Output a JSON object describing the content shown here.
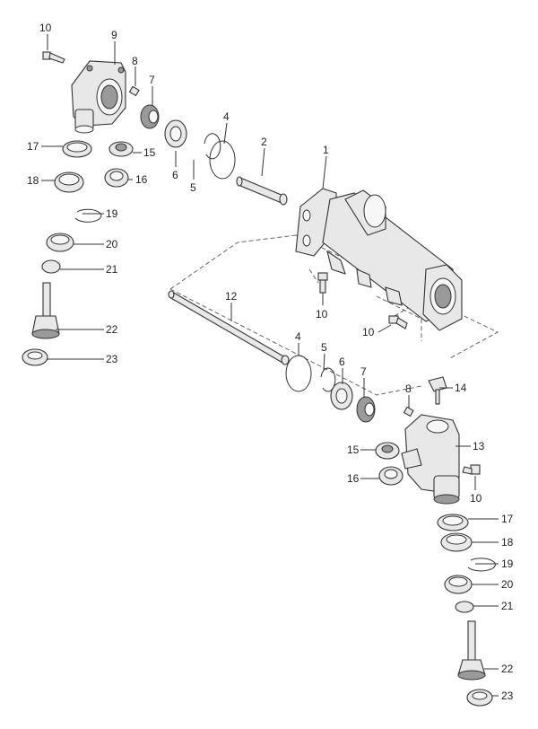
{
  "callouts": [
    {
      "id": "c10a",
      "text": "10"
    },
    {
      "id": "c9",
      "text": "9"
    },
    {
      "id": "c8a",
      "text": "8"
    },
    {
      "id": "c7a",
      "text": "7"
    },
    {
      "id": "c4a",
      "text": "4"
    },
    {
      "id": "c2",
      "text": "2"
    },
    {
      "id": "c1",
      "text": "1"
    },
    {
      "id": "c17a",
      "text": "17"
    },
    {
      "id": "c15a",
      "text": "15"
    },
    {
      "id": "c6a",
      "text": "6"
    },
    {
      "id": "c5a",
      "text": "5"
    },
    {
      "id": "c18a",
      "text": "18"
    },
    {
      "id": "c16a",
      "text": "16"
    },
    {
      "id": "c19a",
      "text": "19"
    },
    {
      "id": "c20a",
      "text": "20"
    },
    {
      "id": "c21a",
      "text": "21"
    },
    {
      "id": "c22a",
      "text": "22"
    },
    {
      "id": "c23a",
      "text": "23"
    },
    {
      "id": "c12",
      "text": "12"
    },
    {
      "id": "c10b",
      "text": "10"
    },
    {
      "id": "c10c",
      "text": "10"
    },
    {
      "id": "c4b",
      "text": "4"
    },
    {
      "id": "c5b",
      "text": "5"
    },
    {
      "id": "c6b",
      "text": "6"
    },
    {
      "id": "c7b",
      "text": "7"
    },
    {
      "id": "c8b",
      "text": "8"
    },
    {
      "id": "c14",
      "text": "14"
    },
    {
      "id": "c13",
      "text": "13"
    },
    {
      "id": "c15b",
      "text": "15"
    },
    {
      "id": "c16b",
      "text": "16"
    },
    {
      "id": "c10d",
      "text": "10"
    },
    {
      "id": "c17b",
      "text": "17"
    },
    {
      "id": "c18b",
      "text": "18"
    },
    {
      "id": "c19b",
      "text": "19"
    },
    {
      "id": "c20b",
      "text": "20"
    },
    {
      "id": "c21b",
      "text": "21"
    },
    {
      "id": "c22b",
      "text": "22"
    },
    {
      "id": "c23b",
      "text": "23"
    }
  ]
}
